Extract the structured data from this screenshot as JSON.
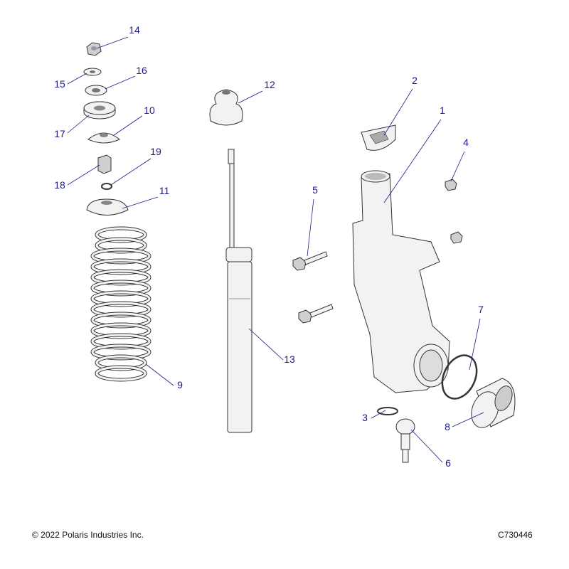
{
  "diagram": {
    "callouts": [
      "1",
      "2",
      "3",
      "4",
      "5",
      "6",
      "7",
      "8",
      "9",
      "10",
      "11",
      "12",
      "13",
      "14",
      "15",
      "16",
      "17",
      "18",
      "19"
    ]
  },
  "footer": {
    "copyright": "© 2022 Polaris Industries Inc.",
    "drawing_number": "C730446"
  }
}
